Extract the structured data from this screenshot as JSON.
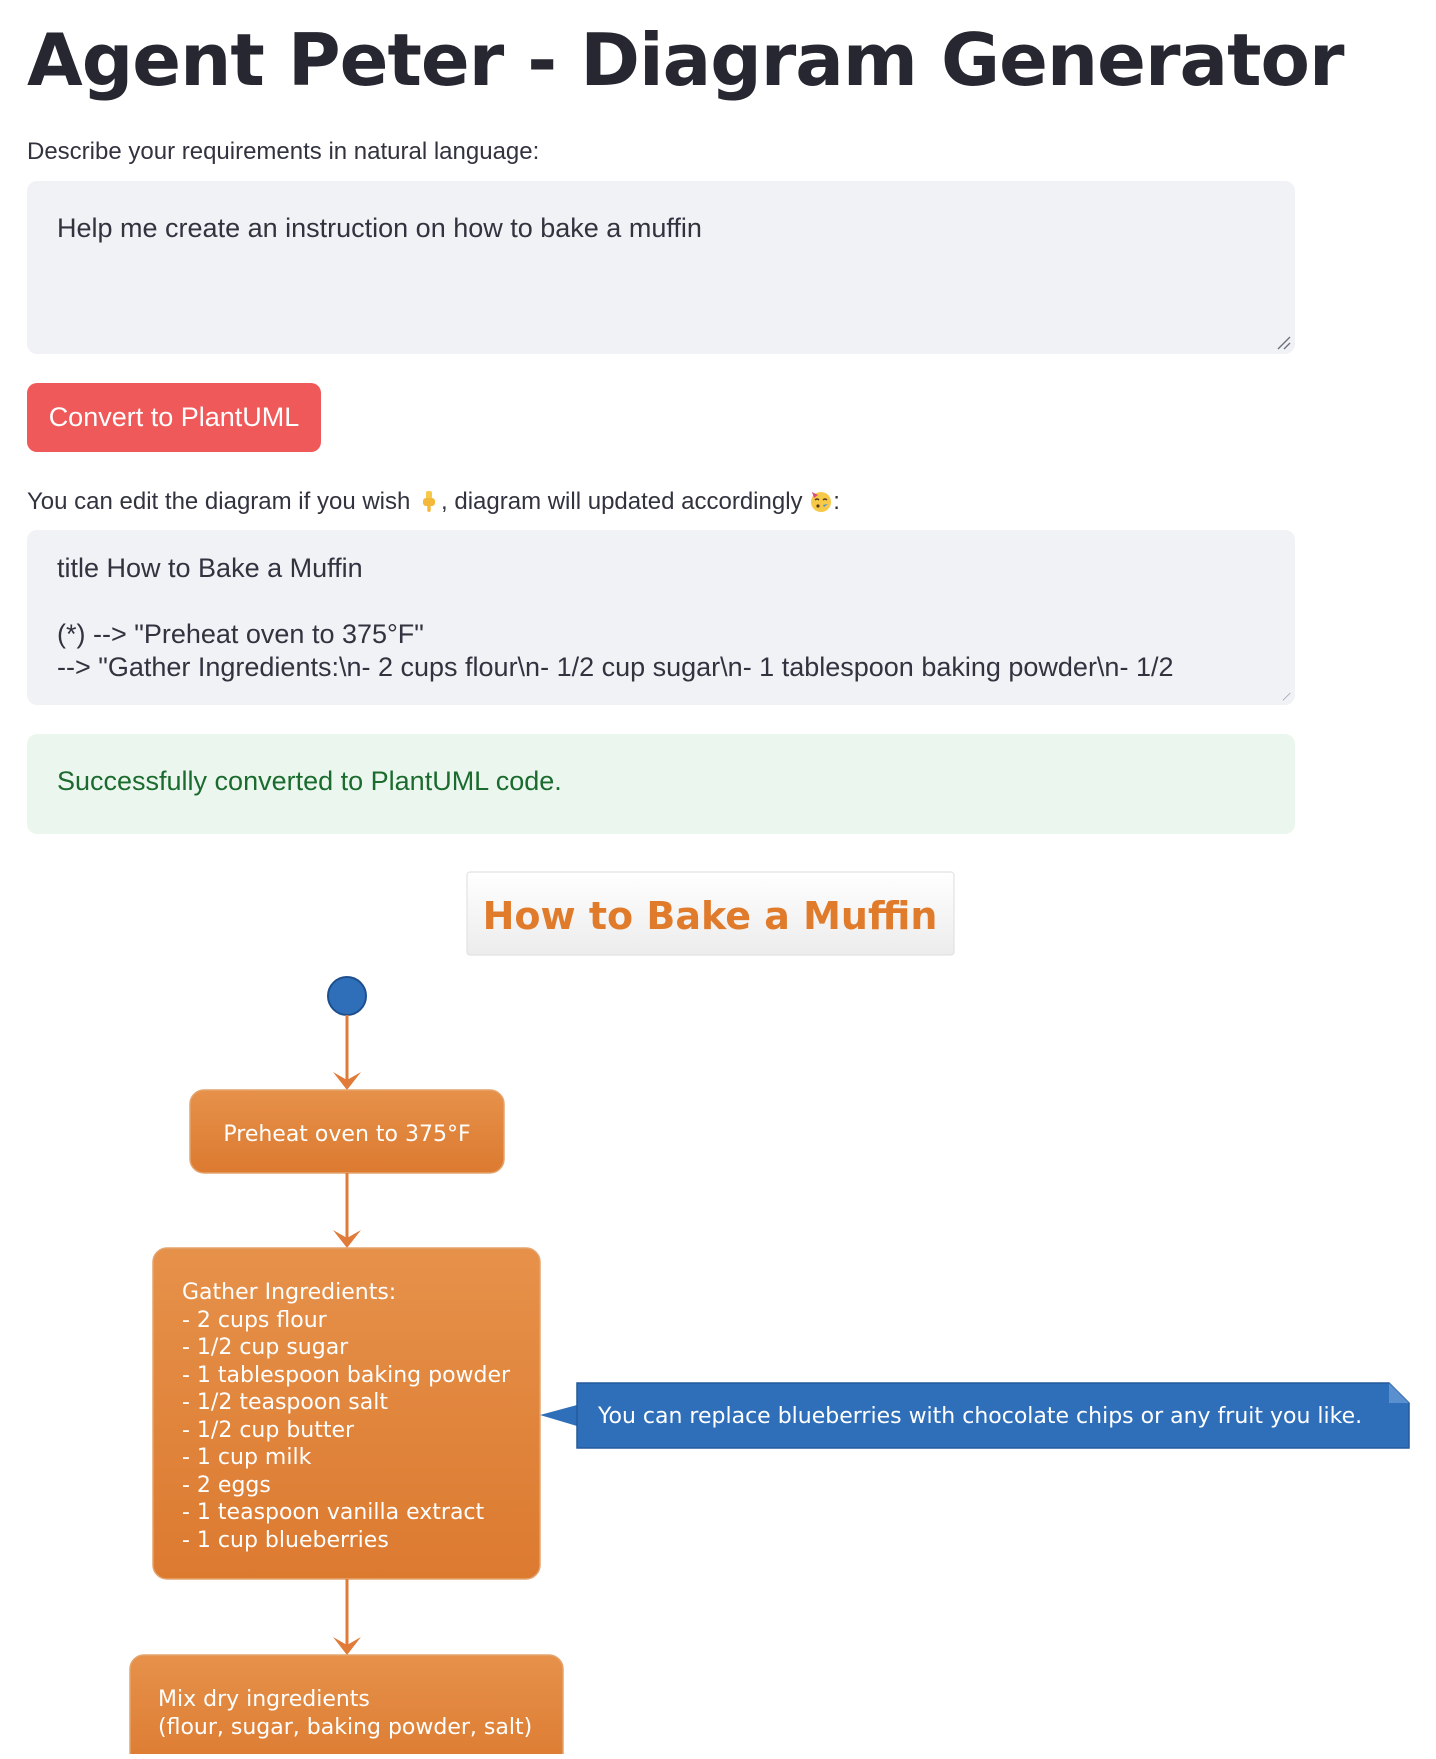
{
  "header": {
    "title": "Agent Peter - Diagram Generator"
  },
  "requirements": {
    "label": "Describe your requirements in natural language:",
    "value": "Help me create an instruction on how to bake a muffin"
  },
  "convert_button": {
    "label": "Convert to PlantUML"
  },
  "editor": {
    "label_before": "You can edit the diagram if you wish ",
    "label_middle": ", diagram will updated accordingly ",
    "label_after": ":",
    "line1": "title How to Bake a Muffin",
    "line2": "",
    "line3": "(*) --> \"Preheat oven to 375°F\"",
    "line4": "--> \"Gather Ingredients:\\n- 2 cups flour\\n- 1/2 cup sugar\\n- 1 tablespoon baking powder\\n- 1/2"
  },
  "status": {
    "message": "Successfully converted to PlantUML code."
  },
  "diagram": {
    "title": "How to Bake a Muffin",
    "step1": "Preheat oven to 375°F",
    "step2_lines": [
      "Gather Ingredients:",
      "- 2 cups flour",
      "- 1/2 cup sugar",
      "- 1 tablespoon baking powder",
      "- 1/2 teaspoon salt",
      "- 1/2 cup butter",
      "- 1 cup milk",
      "- 2 eggs",
      "- 1 teaspoon vanilla extract",
      "- 1 cup blueberries"
    ],
    "step3_lines": [
      "Mix dry ingredients",
      "(flour, sugar, baking powder, salt)"
    ],
    "note": "You can replace blueberries with chocolate chips or any fruit you like.",
    "colors": {
      "activity_fill": "#e1873f",
      "activity_text": "#ffffff",
      "arrow": "#e07b39",
      "start": "#2f6fba",
      "note_fill": "#2f6fba",
      "title_text": "#e07b2c"
    }
  }
}
